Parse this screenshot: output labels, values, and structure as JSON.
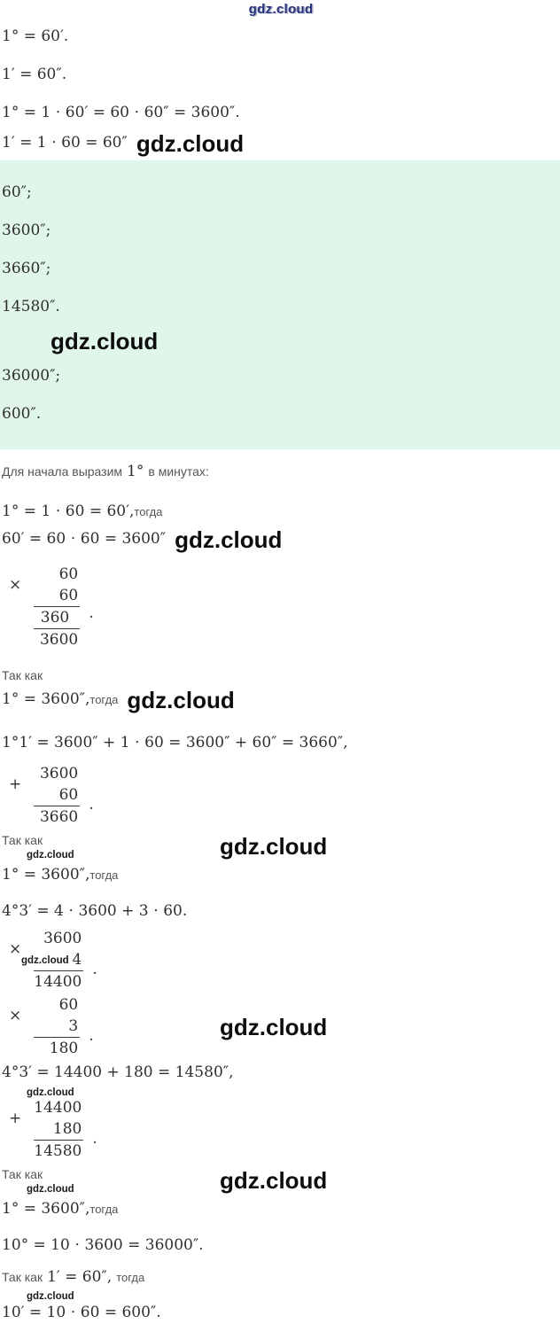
{
  "watermarks": {
    "top": "gdz.cloud",
    "big": "gdz.cloud",
    "small": "gdz.cloud"
  },
  "intro": {
    "l1": "1° = 60′.",
    "l2": "1′ = 60″.",
    "l3": "1° = 1 ⋅ 60′ = 60 ⋅ 60″ = 3600″.",
    "l4": "1′ = 1 ⋅ 60 = 60″"
  },
  "answers": {
    "a1": "60″;",
    "a2": "3600″;",
    "a3": "3660″;",
    "a4": "14580″.",
    "a5": "36000″;",
    "a6": "600″."
  },
  "solution": {
    "intro_pre": "Для начала выразим",
    "intro_math": "1°",
    "intro_post": "в минутах:",
    "s1_math": "1° = 1 ⋅ 60 = 60′,",
    "togda": "тогда",
    "s2": "60′ = 60 ⋅ 60 = 3600″",
    "tak_kak": "Так как",
    "s3_math": "1° = 3600″,",
    "s4": "1°1′ = 3600″ + 1 ⋅ 60 = 3600″ + 60″ = 3660″,",
    "s5": "4°3′ = 4 ⋅ 3600 + 3 ⋅ 60.",
    "s6": "4°3′ = 14400 + 180 = 14580″,",
    "s7": "10° = 10 ⋅ 3600 = 36000″.",
    "s8_pre": "Так как",
    "s8_math": "1′ = 60″,",
    "s8_post": "тогда",
    "s9": "10′ = 10 ⋅ 60 = 600″."
  },
  "arith": {
    "m1": {
      "op": "×",
      "r1": "60",
      "r2": "60",
      "r3": "360",
      "r4": "3600",
      "tail": "."
    },
    "a1": {
      "op": "+",
      "r1": "3600",
      "r2": "60",
      "r3": "3660",
      "tail": "."
    },
    "m2": {
      "op": "×",
      "r1": "3600",
      "r2": "4",
      "r3": "14400",
      "tail": "."
    },
    "m3": {
      "op": "×",
      "r1": "60",
      "r2": "3",
      "r3": "180",
      "tail": "."
    },
    "a2": {
      "op": "+",
      "r1": "14400",
      "r2": "180",
      "r3": "14580",
      "tail": "."
    }
  }
}
